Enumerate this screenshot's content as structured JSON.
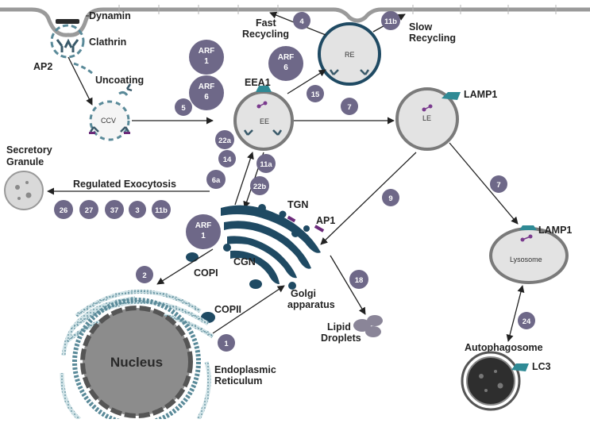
{
  "colors": {
    "badge": "#6e6888",
    "badge_dark": "#5a5470",
    "golgi": "#1f4a63",
    "er": "#5a8a99",
    "organelle_fill": "#e3e3e3",
    "organelle_stroke": "#666666",
    "membrane": "#999999",
    "lamp": "#2f8a95",
    "vesicle_cargo": "#7a3b8e",
    "arrow": "#222222",
    "nucleus": "#8c8c8c"
  },
  "labels": {
    "dynamin": "Dynamin",
    "clathrin": "Clathrin",
    "ap2": "AP2",
    "uncoating": "Uncoating",
    "ccv": "CCV",
    "fast_recycling": "Fast\nRecycling",
    "slow_recycling": "Slow\nRecycling",
    "re": "RE",
    "eea1": "EEA1",
    "ee": "EE",
    "lamp1_le": "LAMP1",
    "le": "LE",
    "secretory_granule": "Secretory\nGranule",
    "regulated_exocytosis": "Regulated Exocytosis",
    "tgn": "TGN",
    "ap1": "AP1",
    "cgn": "CGN",
    "copi": "COPI",
    "copii": "COPII",
    "golgi": "Golgi\napparatus",
    "lipid_droplets": "Lipid\nDroplets",
    "nucleus": "Nucleus",
    "er": "Endoplasmic\nReticulum",
    "lamp1_lys": "LAMP1",
    "lysosome": "Lysosome",
    "autophagosome": "Autophagosome",
    "lc3": "LC3"
  },
  "arf": {
    "arf1_top": "ARF\n1",
    "arf6_left": "ARF\n6",
    "arf6_right": "ARF\n6",
    "arf1_golgi": "ARF\n1"
  },
  "badges": {
    "b4": "4",
    "b11b_top": "11b",
    "b15": "15",
    "b5": "5",
    "b7_top": "7",
    "b22a": "22a",
    "b14": "14",
    "b11a": "11a",
    "b6a": "6a",
    "b22b": "22b",
    "b26": "26",
    "b27": "27",
    "b37": "37",
    "b3": "3",
    "b11b_bottom": "11b",
    "b9": "9",
    "b7_right": "7",
    "b2": "2",
    "b18": "18",
    "b1": "1",
    "b24": "24"
  }
}
